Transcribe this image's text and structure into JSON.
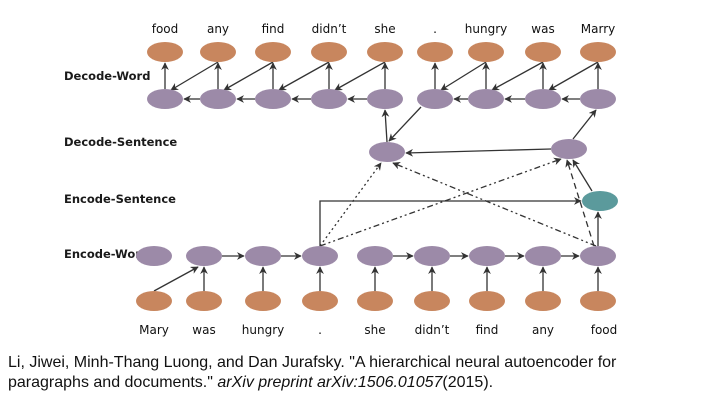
{
  "colors": {
    "word_node": "#c8865e",
    "hidden_node": "#9c8aa8",
    "paragraph_node": "#5b9a9c",
    "edge": "#333333"
  },
  "row_labels": {
    "decode_word": "Decode-Word",
    "decode_sentence": "Decode-Sentence",
    "encode_sentence": "Encode-Sentence",
    "encode_word": "Encode-Word"
  },
  "encoder_input_words": [
    "Mary",
    "was",
    "hungry",
    ".",
    "she",
    "didn’t",
    "find",
    "any",
    "food"
  ],
  "decoder_output_words_left": [
    "food",
    "any",
    "find",
    "didn’t",
    "she"
  ],
  "decoder_output_words_right": [
    ".",
    "hungry",
    "was",
    "Marry"
  ],
  "citation": {
    "authors_title": "Li, Jiwei, Minh-Thang Luong, and Dan Jurafsky. \"A hierarchical neural autoencoder for paragraphs and documents.\" ",
    "venue": "arXiv preprint arXiv:1506.01057",
    "year": "(2015)."
  }
}
